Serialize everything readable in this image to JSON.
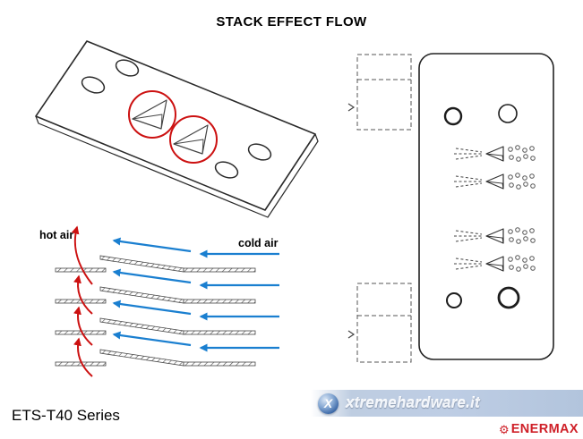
{
  "title": "STACK EFFECT FLOW",
  "diagram_labels": {
    "hot_air": "hot air",
    "cold_air": "cold air"
  },
  "footer": {
    "series_label": "ETS-T40 Series"
  },
  "watermark": {
    "site": "xtremehardware.it",
    "badge_letter": "X"
  },
  "brand": {
    "name": "ENERMAX",
    "gear_icon": "⚙"
  },
  "colors": {
    "hot_air_red": "#cc1111",
    "cold_air_blue": "#1a7fd0",
    "highlight_red": "#cc1111",
    "outline_dark": "#222222",
    "watermark_blue": "#7d9bc3",
    "enermax_red": "#cf2028",
    "background": "#ffffff"
  }
}
